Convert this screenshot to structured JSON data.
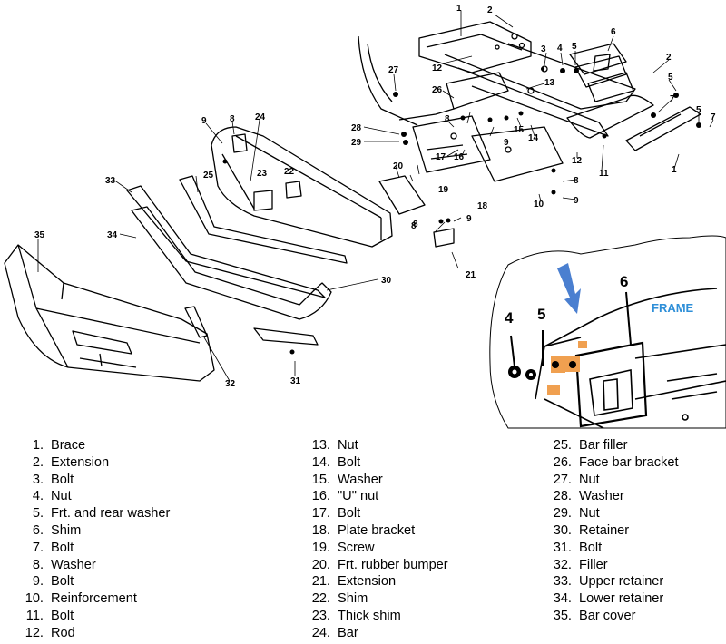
{
  "diagram": {
    "callouts": [
      "1",
      "2",
      "3",
      "4",
      "5",
      "6",
      "27",
      "12",
      "26",
      "13",
      "2",
      "5",
      "7",
      "5",
      "7",
      "28",
      "29",
      "9",
      "8",
      "24",
      "8",
      "15",
      "9",
      "14",
      "17",
      "16",
      "12",
      "11",
      "1",
      "23",
      "22",
      "25",
      "33",
      "20",
      "19",
      "8",
      "18",
      "10",
      "8",
      "9",
      "8",
      "9",
      "35",
      "34",
      "21",
      "30",
      "32",
      "31"
    ],
    "inset": {
      "labels": [
        "4",
        "5",
        "6"
      ],
      "frame_label": "FRAME",
      "arrow_color": "#4a7fd0",
      "highlight_color": "#f0a050"
    }
  },
  "legend": {
    "col1": [
      {
        "num": "1.",
        "name": "Brace"
      },
      {
        "num": "2.",
        "name": "Extension"
      },
      {
        "num": "3.",
        "name": "Bolt"
      },
      {
        "num": "4.",
        "name": "Nut"
      },
      {
        "num": "5.",
        "name": "Frt. and rear washer"
      },
      {
        "num": "6.",
        "name": "Shim"
      },
      {
        "num": "7.",
        "name": "Bolt"
      },
      {
        "num": "8.",
        "name": "Washer"
      },
      {
        "num": "9.",
        "name": "Bolt"
      },
      {
        "num": "10.",
        "name": "Reinforcement"
      },
      {
        "num": "11.",
        "name": "Bolt"
      },
      {
        "num": "12.",
        "name": "Rod"
      }
    ],
    "col2": [
      {
        "num": "13.",
        "name": "Nut"
      },
      {
        "num": "14.",
        "name": "Bolt"
      },
      {
        "num": "15.",
        "name": "Washer"
      },
      {
        "num": "16.",
        "name": "\"U\" nut"
      },
      {
        "num": "17.",
        "name": "Bolt"
      },
      {
        "num": "18.",
        "name": "Plate bracket"
      },
      {
        "num": "19.",
        "name": "Screw"
      },
      {
        "num": "20.",
        "name": "Frt. rubber bumper"
      },
      {
        "num": "21.",
        "name": "Extension"
      },
      {
        "num": "22.",
        "name": "Shim"
      },
      {
        "num": "23.",
        "name": "Thick shim"
      },
      {
        "num": "24.",
        "name": "Bar"
      }
    ],
    "col3": [
      {
        "num": "25.",
        "name": "Bar filler"
      },
      {
        "num": "26.",
        "name": "Face bar bracket"
      },
      {
        "num": "27.",
        "name": "Nut"
      },
      {
        "num": "28.",
        "name": "Washer"
      },
      {
        "num": "29.",
        "name": "Nut"
      },
      {
        "num": "30.",
        "name": "Retainer"
      },
      {
        "num": "31.",
        "name": "Bolt"
      },
      {
        "num": "32.",
        "name": "Filler"
      },
      {
        "num": "33.",
        "name": "Upper retainer"
      },
      {
        "num": "34.",
        "name": "Lower retainer"
      },
      {
        "num": "35.",
        "name": "Bar cover"
      }
    ]
  }
}
